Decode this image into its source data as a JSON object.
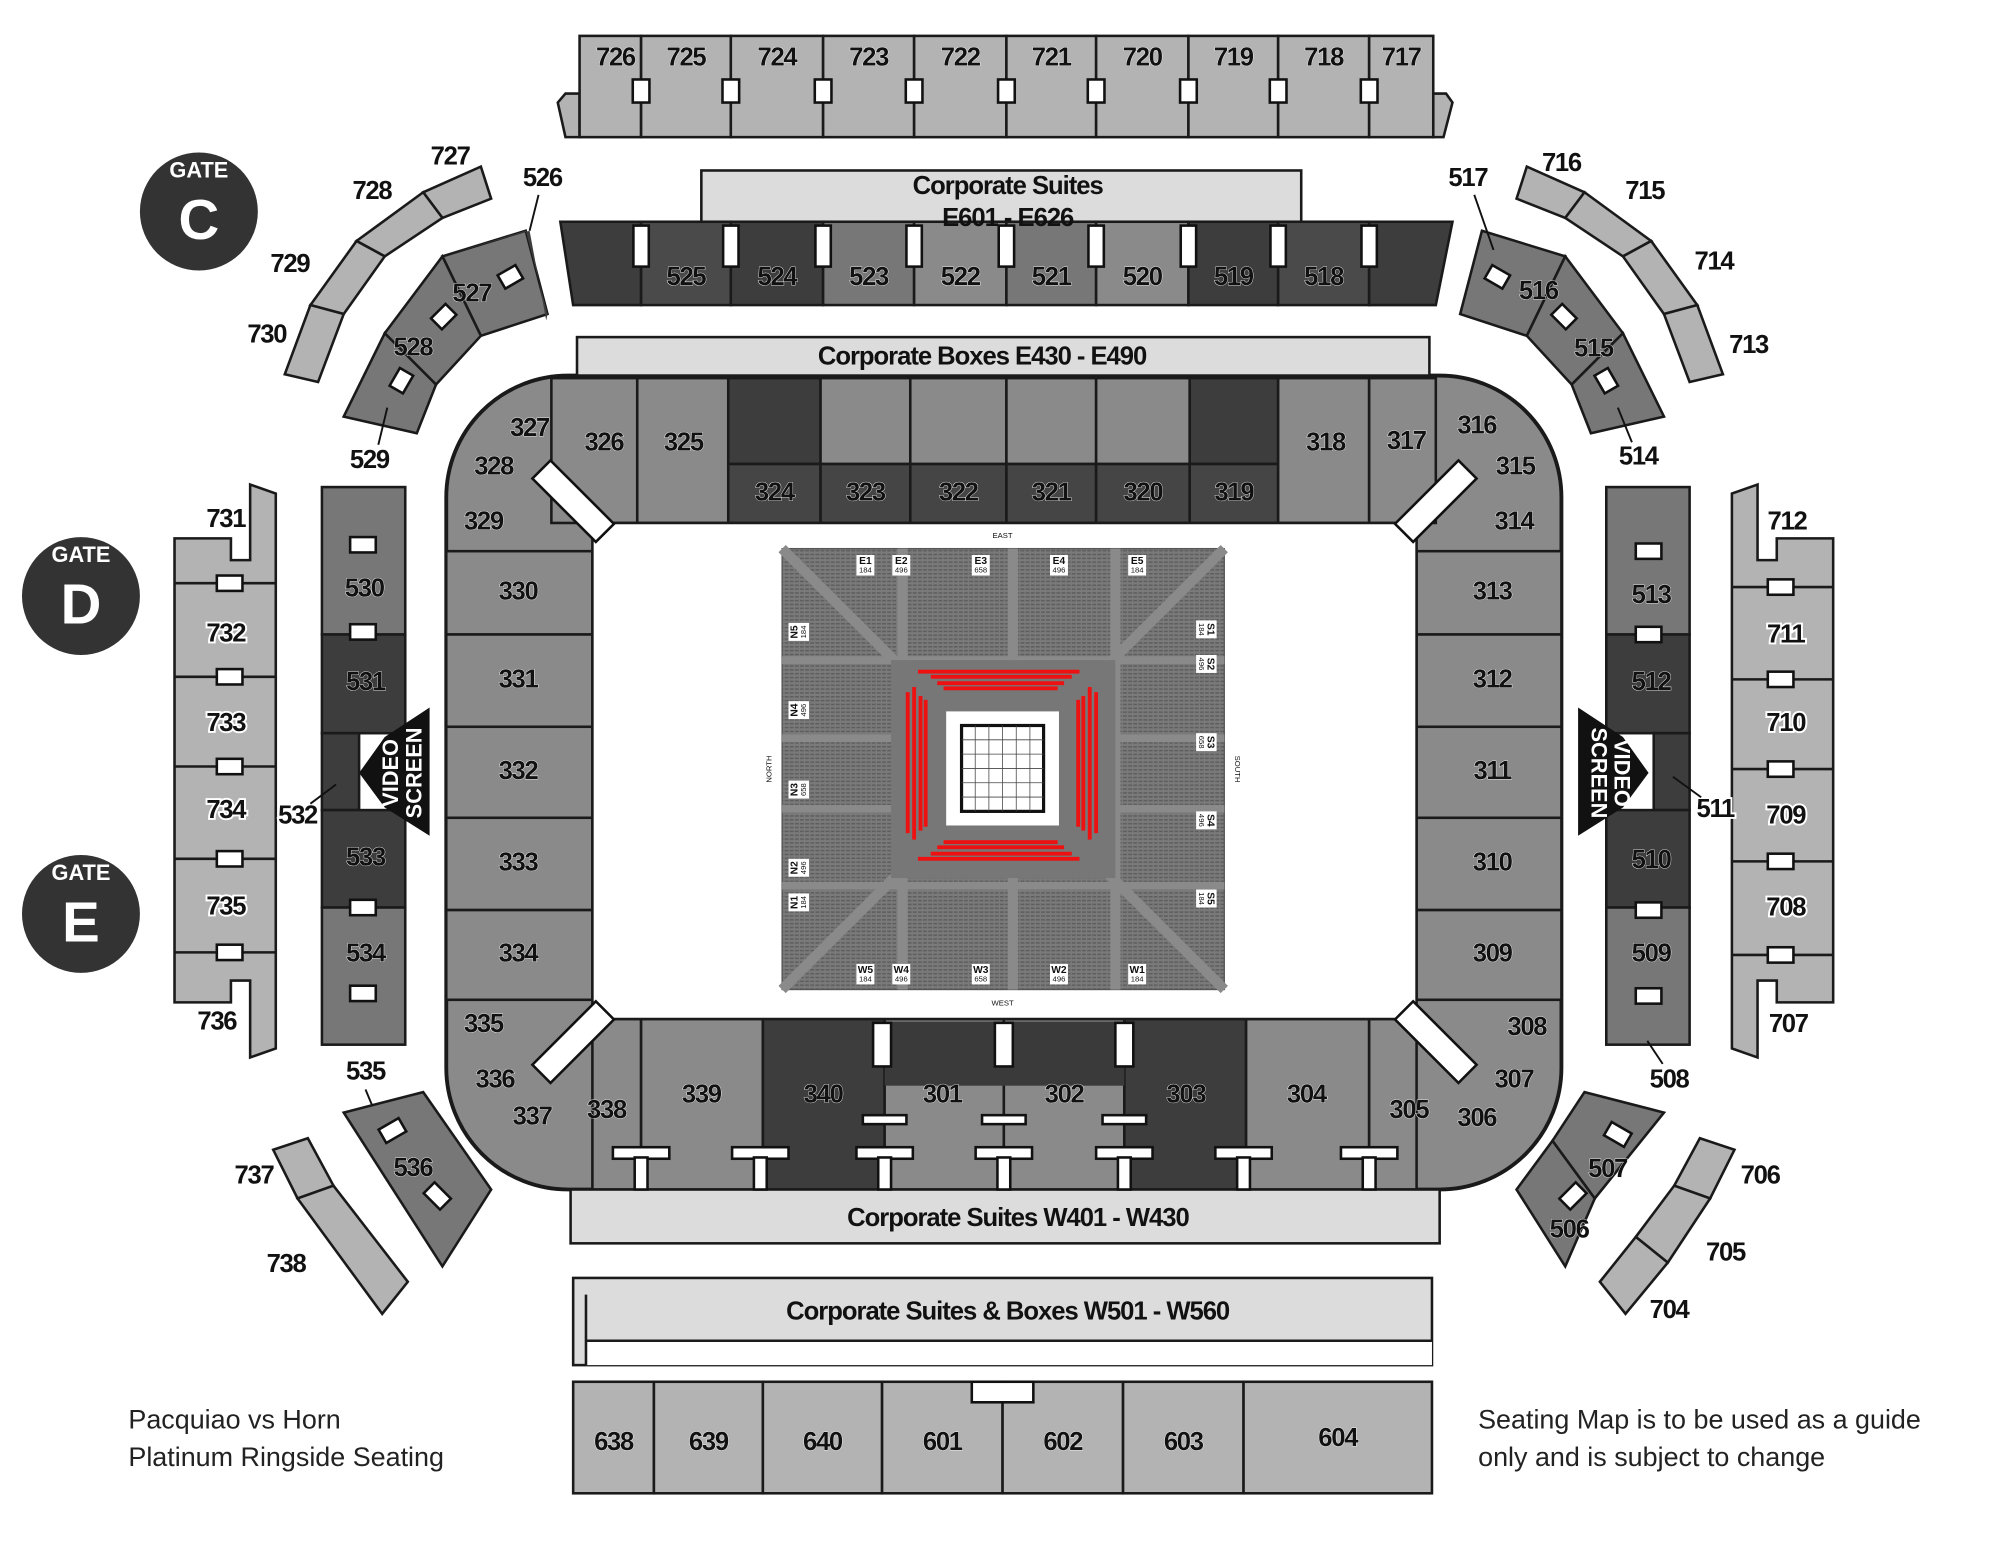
{
  "palette": {
    "section_light": "#b3b3b3",
    "section_mid": "#8a8a8a",
    "section_dark": "#3d3d3d",
    "corporate": "#dcdcdc",
    "floor": "#7a7a7a",
    "ringside_rows": "#ee1111",
    "gate": "#333333"
  },
  "level7_east": [
    "726",
    "725",
    "724",
    "723",
    "722",
    "721",
    "720",
    "719",
    "718",
    "717"
  ],
  "corporate_suites_east": {
    "title": "Corporate Suites",
    "range": "E601 - E626"
  },
  "level5_east": [
    "526",
    "525",
    "524",
    "523",
    "522",
    "521",
    "520",
    "519",
    "518",
    "517"
  ],
  "corporate_boxes_east": "Corporate Boxes  E430 - E490",
  "bowl_east": [
    "326",
    "325",
    "324",
    "323",
    "322",
    "321",
    "320",
    "319",
    "318",
    "317"
  ],
  "bowl_corners": [
    "327",
    "328",
    "329",
    "316",
    "315",
    "314",
    "335",
    "336",
    "337",
    "308",
    "307",
    "306"
  ],
  "bowl_north": [
    "330",
    "331",
    "332",
    "333",
    "334"
  ],
  "bowl_south": [
    "313",
    "312",
    "311",
    "310",
    "309"
  ],
  "bowl_west": [
    "338",
    "339",
    "340",
    "301",
    "302",
    "303",
    "304",
    "305"
  ],
  "corporate_suites_west": "Corporate Suites W401 - W430",
  "corporate_suites_boxes_west": "Corporate Suites & Boxes W501 - W560",
  "level6_west": [
    "638",
    "639",
    "640",
    "601",
    "602",
    "603",
    "604"
  ],
  "level5_north": [
    "527",
    "528",
    "529",
    "530",
    "531",
    "532",
    "533",
    "534",
    "535",
    "536"
  ],
  "level5_south": [
    "516",
    "515",
    "514",
    "513",
    "512",
    "511",
    "510",
    "509",
    "508",
    "507",
    "506"
  ],
  "level7_north": [
    "727",
    "728",
    "729",
    "730",
    "731",
    "732",
    "733",
    "734",
    "735",
    "736",
    "737",
    "738"
  ],
  "level7_south": [
    "716",
    "715",
    "714",
    "713",
    "712",
    "711",
    "710",
    "709",
    "708",
    "707",
    "706",
    "705",
    "704"
  ],
  "video_screen": {
    "line1": "VIDEO",
    "line2": "SCREEN"
  },
  "gates": [
    {
      "label": "GATE",
      "letter": "C"
    },
    {
      "label": "GATE",
      "letter": "D"
    },
    {
      "label": "GATE",
      "letter": "E"
    }
  ],
  "arena_floor": {
    "compass": {
      "east": "EAST",
      "west": "WEST",
      "north": "NORTH",
      "south": "SOUTH"
    },
    "east_blocks": [
      {
        "name": "E1",
        "seats": "184"
      },
      {
        "name": "E2",
        "seats": "496"
      },
      {
        "name": "E3",
        "seats": "658"
      },
      {
        "name": "E4",
        "seats": "496"
      },
      {
        "name": "E5",
        "seats": "184"
      }
    ],
    "west_blocks": [
      {
        "name": "W5",
        "seats": "184"
      },
      {
        "name": "W4",
        "seats": "496"
      },
      {
        "name": "W3",
        "seats": "658"
      },
      {
        "name": "W2",
        "seats": "496"
      },
      {
        "name": "W1",
        "seats": "184"
      }
    ],
    "north_blocks": [
      {
        "name": "N5",
        "seats": "184"
      },
      {
        "name": "N4",
        "seats": "496"
      },
      {
        "name": "N3",
        "seats": "658"
      },
      {
        "name": "N2",
        "seats": "496"
      },
      {
        "name": "N1",
        "seats": "184"
      }
    ],
    "south_blocks": [
      {
        "name": "S1",
        "seats": "184"
      },
      {
        "name": "S2",
        "seats": "496"
      },
      {
        "name": "S3",
        "seats": "658"
      },
      {
        "name": "S4",
        "seats": "496"
      },
      {
        "name": "S5",
        "seats": "184"
      }
    ]
  },
  "footer_left": [
    "Pacquiao vs Horn",
    "Platinum Ringside Seating"
  ],
  "footer_right": [
    "Seating Map is to be used as a guide",
    "only and is subject to change"
  ]
}
